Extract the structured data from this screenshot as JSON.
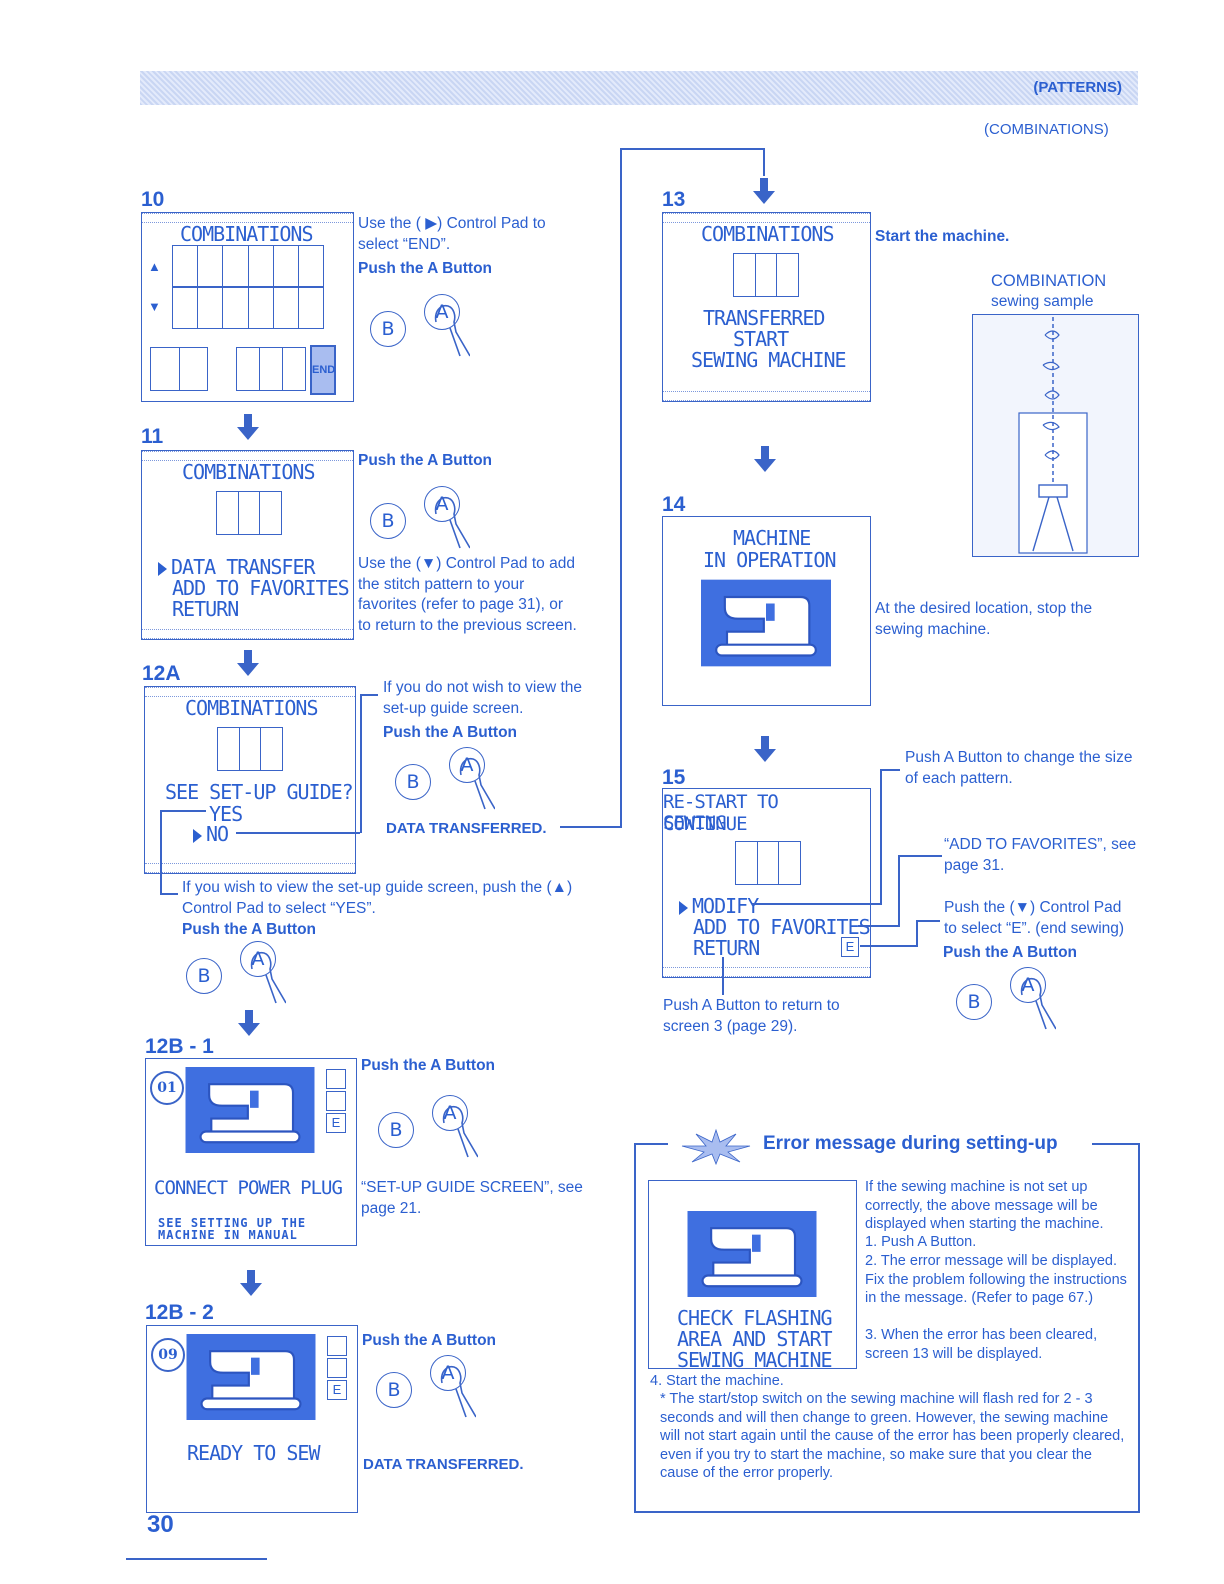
{
  "header": {
    "title": "(PATTERNS)",
    "subtitle": "(COMBINATIONS)"
  },
  "page_number": "30",
  "buttons": {
    "b": "B",
    "a": "A"
  },
  "step10": {
    "num": "10",
    "screen_title": "COMBINATIONS",
    "end_label": "END",
    "instr": "Use the ( ▶) Control Pad to select “END”.",
    "push": "Push the A Button"
  },
  "step11": {
    "num": "11",
    "screen_title": "COMBINATIONS",
    "menu": [
      "DATA TRANSFER",
      "ADD TO FAVORITES",
      "RETURN"
    ],
    "push": "Push the A Button",
    "instr": "Use the (▼) Control Pad to add the stitch pattern to your favorites (refer to page 31), or to return to the previous screen."
  },
  "step12a": {
    "num": "12A",
    "screen_title": "COMBINATIONS",
    "question": "SEE SET-UP GUIDE?",
    "yes": "YES",
    "no": "NO",
    "note_no": "If you do not wish to view the set-up guide screen.",
    "push": "Push the A Button",
    "transferred": "DATA TRANSFERRED.",
    "note_yes": "If you wish to view the set-up guide screen, push the (▲) Control Pad to select “YES”.",
    "push2": "Push the A Button"
  },
  "step12b1": {
    "num": "12B - 1",
    "badge": "01",
    "side_e": "E",
    "msg": "CONNECT POWER PLUG",
    "msg_small_1": "SEE SETTING UP THE",
    "msg_small_2": "MACHINE IN MANUAL",
    "push": "Push the A Button",
    "ref": "“SET-UP GUIDE SCREEN”, see page 21."
  },
  "step12b2": {
    "num": "12B - 2",
    "badge": "09",
    "side_e": "E",
    "msg": "READY TO SEW",
    "push": "Push the A Button",
    "transferred": "DATA TRANSFERRED."
  },
  "step13": {
    "num": "13",
    "screen_title": "COMBINATIONS",
    "lines": [
      "TRANSFERRED",
      "START",
      "SEWING MACHINE"
    ],
    "instr": "Start the machine.",
    "sample_title": "COMBINATION",
    "sample_sub": "sewing sample"
  },
  "step14": {
    "num": "14",
    "lines": [
      "MACHINE",
      "IN OPERATION"
    ],
    "instr": "At the desired location, stop the sewing machine."
  },
  "step15": {
    "num": "15",
    "lines": [
      "RE-START TO CONTINUE",
      "SEWING"
    ],
    "menu": [
      "MODIFY",
      "ADD TO FAVORITES",
      "RETURN"
    ],
    "e_label": "E",
    "note_modify": "Push A Button to change the size of each pattern.",
    "note_fav": "“ADD TO FAVORITES”, see page 31.",
    "note_end": "Push the (▼) Control Pad to select “E”. (end sewing)",
    "push": "Push the A Button",
    "note_return": "Push A Button to return to screen 3 (page 29)."
  },
  "error": {
    "title": "Error message during setting-up",
    "screen": [
      "CHECK FLASHING",
      "AREA AND START",
      "SEWING MACHINE"
    ],
    "intro": "If the sewing machine is not set up correctly, the above message will be displayed when starting the machine.",
    "items": [
      "1. Push A Button.",
      "2. The error message will be displayed. Fix the problem following the instructions in the message. (Refer to page 67.)",
      "3. When the error has been cleared, screen 13 will be displayed.",
      "4. Start the machine."
    ],
    "note": "* The start/stop switch on the sewing machine will flash red for 2 - 3 seconds and will then change to green. However, the sewing machine will not start again until the cause of the error has been properly cleared, even if you try to start the machine, so make sure that you clear the cause of the error properly."
  }
}
